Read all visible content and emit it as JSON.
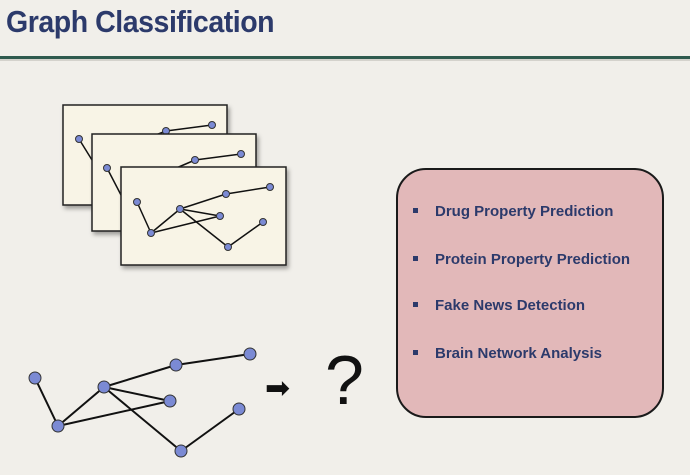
{
  "title": "Graph Classification",
  "tasks": [
    "Drug Property Prediction",
    "Protein Property Prediction",
    "Fake News Detection",
    "Brain Network Analysis"
  ],
  "arrow_symbol": "➡",
  "question_symbol": "?",
  "colors": {
    "title": "#2c3a6b",
    "node": "#7b8ad4",
    "box_fill": "#e2b8b9",
    "rule": "#2f5a4e"
  }
}
